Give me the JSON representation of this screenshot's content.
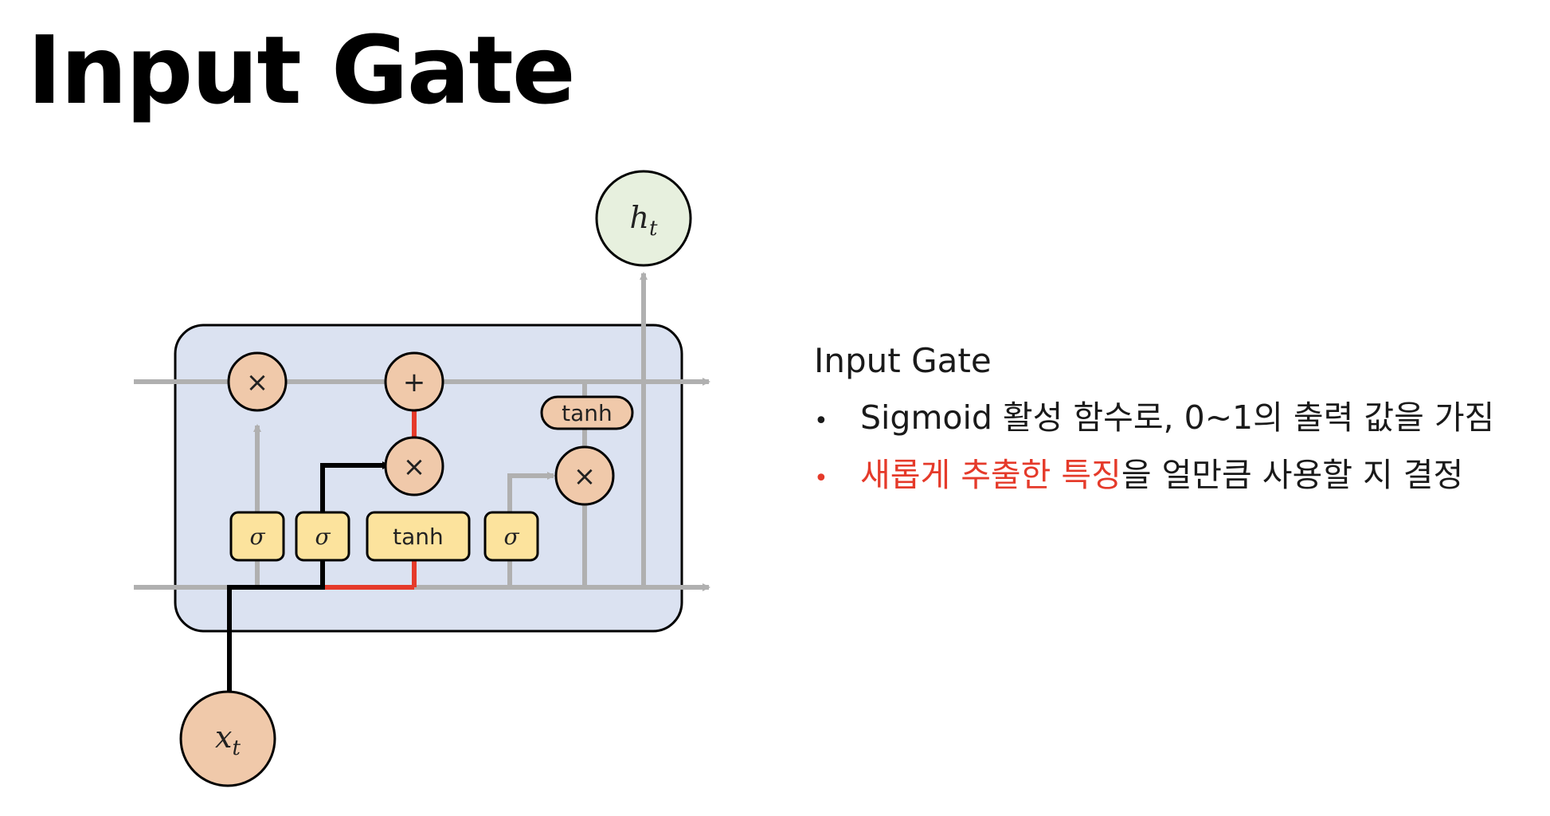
{
  "title": "Input Gate",
  "diagram": {
    "ops": {
      "multiply": "×",
      "add": "+"
    },
    "gates": {
      "sigma": "σ",
      "tanh": "tanh"
    },
    "cell_tanh": "tanh",
    "output_label": {
      "base": "h",
      "sub": "t"
    },
    "input_label": {
      "base": "x",
      "sub": "t"
    },
    "colors": {
      "cell_fill": "#dbe2f1",
      "op_fill": "#f0c9aa",
      "gate_fill": "#fce39d",
      "output_fill": "#e7f0de",
      "line": "#b0b0b0",
      "highlight": "#e53a2a",
      "path": "#000000"
    }
  },
  "panel": {
    "heading": "Input Gate",
    "bullets": [
      {
        "dot": "•",
        "text": "Sigmoid 활성 함수로, 0~1의 출력 값을 가짐"
      },
      {
        "dot": "•",
        "highlight": "새롭게 추출한 특징",
        "rest": "을 얼만큼 사용할 지 결정"
      }
    ]
  }
}
